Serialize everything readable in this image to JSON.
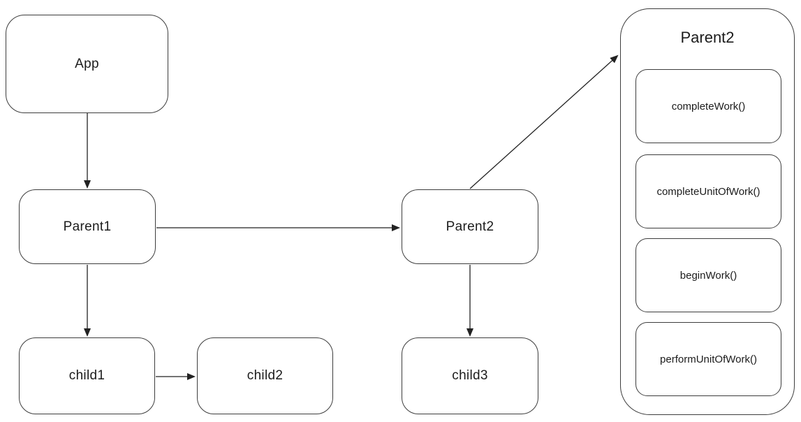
{
  "diagram": {
    "nodes": {
      "app": {
        "label": "App"
      },
      "parent1": {
        "label": "Parent1"
      },
      "parent2": {
        "label": "Parent2"
      },
      "child1": {
        "label": "child1"
      },
      "child2": {
        "label": "child2"
      },
      "child3": {
        "label": "child3"
      }
    },
    "detail_panel": {
      "title": "Parent2",
      "methods": [
        {
          "label": "completeWork()"
        },
        {
          "label": "completeUnitOfWork()"
        },
        {
          "label": "beginWork()"
        },
        {
          "label": "performUnitOfWork()"
        }
      ]
    },
    "edges": [
      {
        "from": "App",
        "to": "Parent1"
      },
      {
        "from": "Parent1",
        "to": "Parent2"
      },
      {
        "from": "Parent1",
        "to": "child1"
      },
      {
        "from": "child1",
        "to": "child2"
      },
      {
        "from": "Parent2",
        "to": "child3"
      },
      {
        "from": "Parent2",
        "to": "Parent2-detail-panel"
      }
    ],
    "colors": {
      "stroke": "#3d3d3d",
      "fill": "#ffffff",
      "text": "#1c1c1c",
      "background": "#ffffff"
    }
  }
}
